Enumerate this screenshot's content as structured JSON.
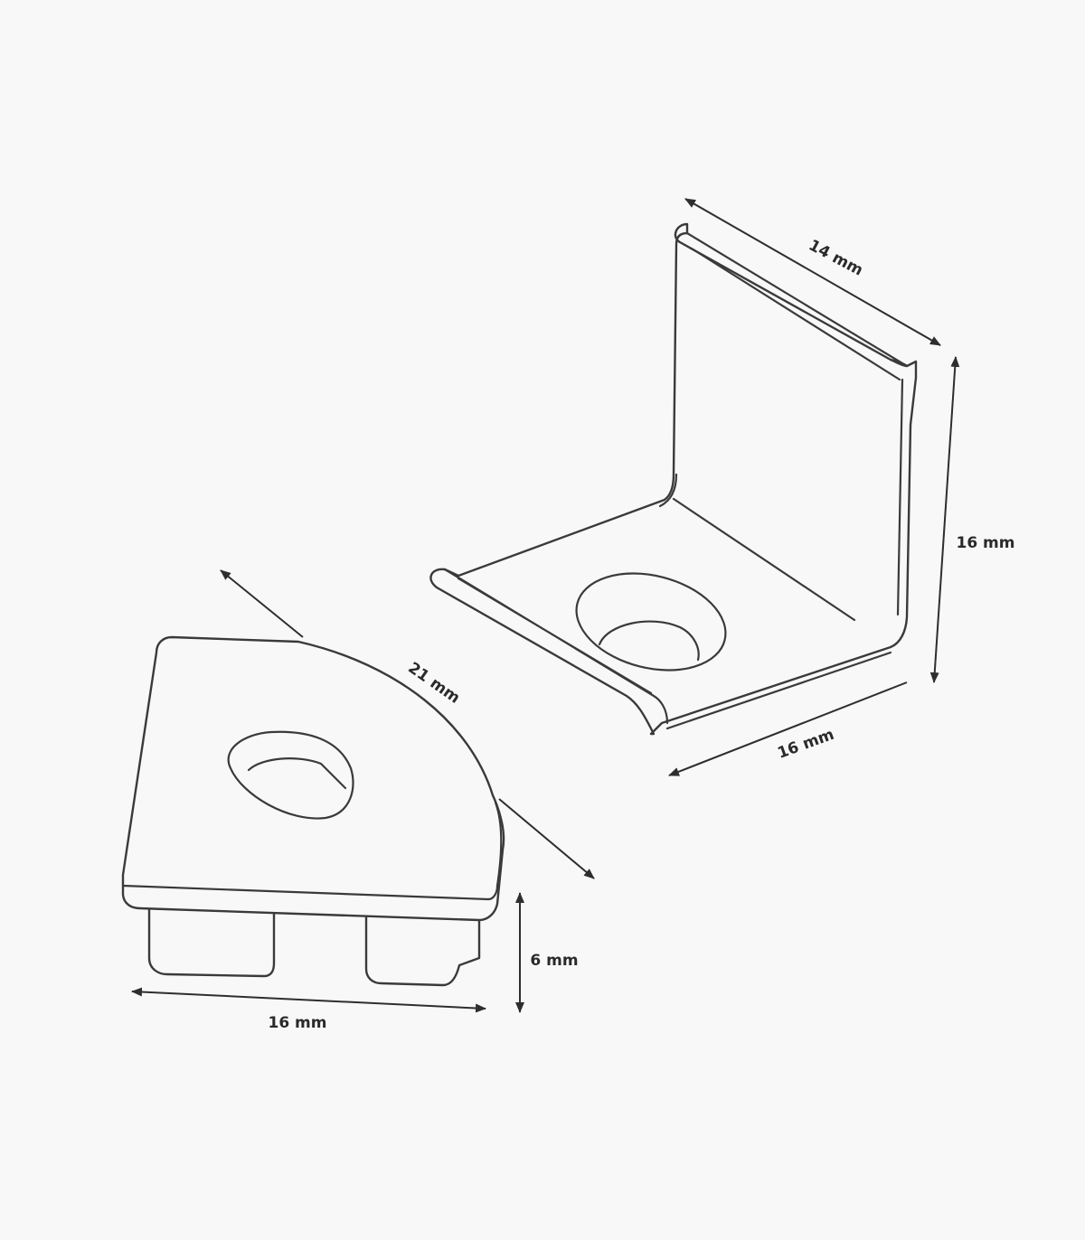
{
  "colors": {
    "background": "#f8f8f8",
    "stroke": "#3a3a3a",
    "dimension": "#2e2e2e"
  },
  "dimensions": {
    "bracket_depth": "14 mm",
    "bracket_height": "16 mm",
    "bracket_width": "16 mm",
    "cap_arc": "21 mm",
    "cap_width": "16 mm",
    "cap_height": "6 mm"
  }
}
